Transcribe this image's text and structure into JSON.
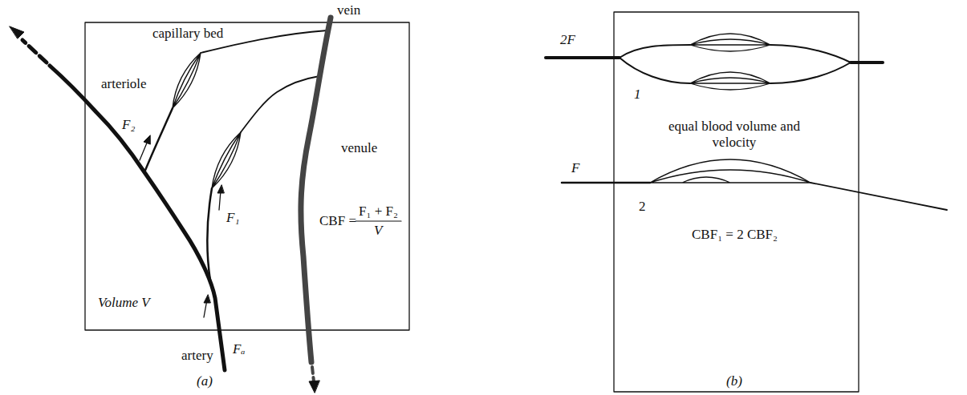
{
  "diagram": {
    "labels": [
      "vein",
      "capillary bed",
      "arteriole",
      "F₂",
      "venule",
      "F₁",
      "CBF =",
      "F₁ + F₂",
      "V",
      "Volume V",
      "artery",
      "Fₐ",
      "(a)",
      "2F",
      "1",
      "equal blood volume and velocity",
      "F",
      "2",
      "CBF₁ = 2 CBF₂",
      "(b)"
    ]
  }
}
